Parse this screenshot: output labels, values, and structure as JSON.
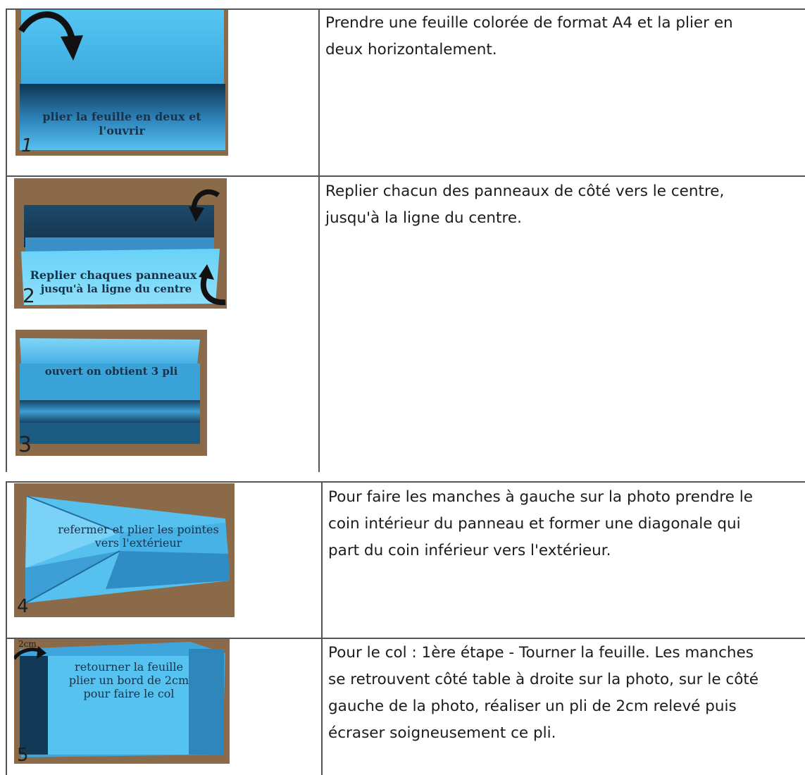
{
  "steps": [
    {
      "number": "1",
      "caption": [
        "plier la feuille en deux et",
        "l'ouvrir"
      ],
      "text": [
        "Prendre une feuille colorée de format A4 et la plier en",
        "deux horizontalement."
      ]
    },
    {
      "number": "2",
      "caption": [
        "Replier chaques panneaux",
        "jusqu'à la ligne du centre"
      ],
      "text": [
        "Replier chacun des panneaux de côté vers le centre,",
        "jusqu'à la ligne du centre."
      ]
    },
    {
      "number": "3",
      "caption": [
        "ouvert on obtient 3 pli"
      ]
    },
    {
      "number": "4",
      "caption": [
        "refermer et plier les pointes",
        "vers l'extérieur"
      ],
      "text": [
        "Pour faire les manches à gauche sur la photo  prendre le",
        "coin intérieur du panneau et former une diagonale qui",
        "part du coin inférieur vers l'extérieur."
      ]
    },
    {
      "number": "5",
      "label_2cm": "2cm",
      "caption": [
        "retourner la feuille",
        "plier un bord de 2cm",
        "pour faire le col"
      ],
      "text": [
        "Pour le col : 1ère étape - Tourner la feuille. Les manches",
        "se retrouvent côté table à droite sur la photo, sur le côté",
        "gauche de la photo, réaliser un pli de 2cm relevé puis",
        "écraser soigneusement ce pli."
      ]
    }
  ],
  "colors": {
    "paper_light": "#5ec3ee",
    "paper_mid": "#3aa6db",
    "paper_dark": "#123f5c",
    "wood": "#8a6a48",
    "border": "#555555"
  }
}
